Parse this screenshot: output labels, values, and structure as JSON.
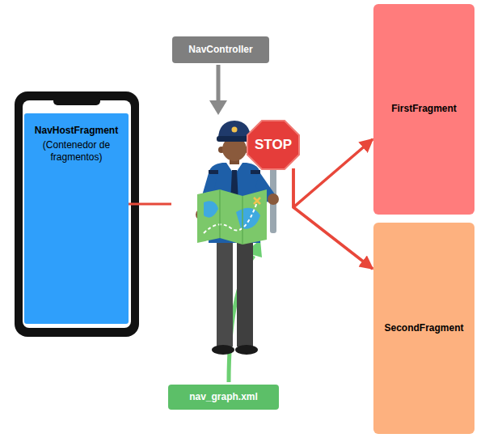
{
  "diagram": {
    "nodes": [
      {
        "text": [
          "NavController"
        ]
      },
      {
        "text": [
          "NavHostFragment",
          "(Contenedor de fragmentos)"
        ]
      },
      {
        "text": [
          "STOP"
        ]
      },
      {
        "text": [
          "FirstFragment"
        ]
      },
      {
        "text": [
          "SecondFragment"
        ]
      },
      {
        "text": [
          "nav_graph.xml"
        ]
      }
    ],
    "edges": [
      {
        "from": 2,
        "to": 3,
        "arrow": "to"
      },
      {
        "from": 2,
        "to": 4,
        "arrow": "to"
      }
    ]
  }
}
